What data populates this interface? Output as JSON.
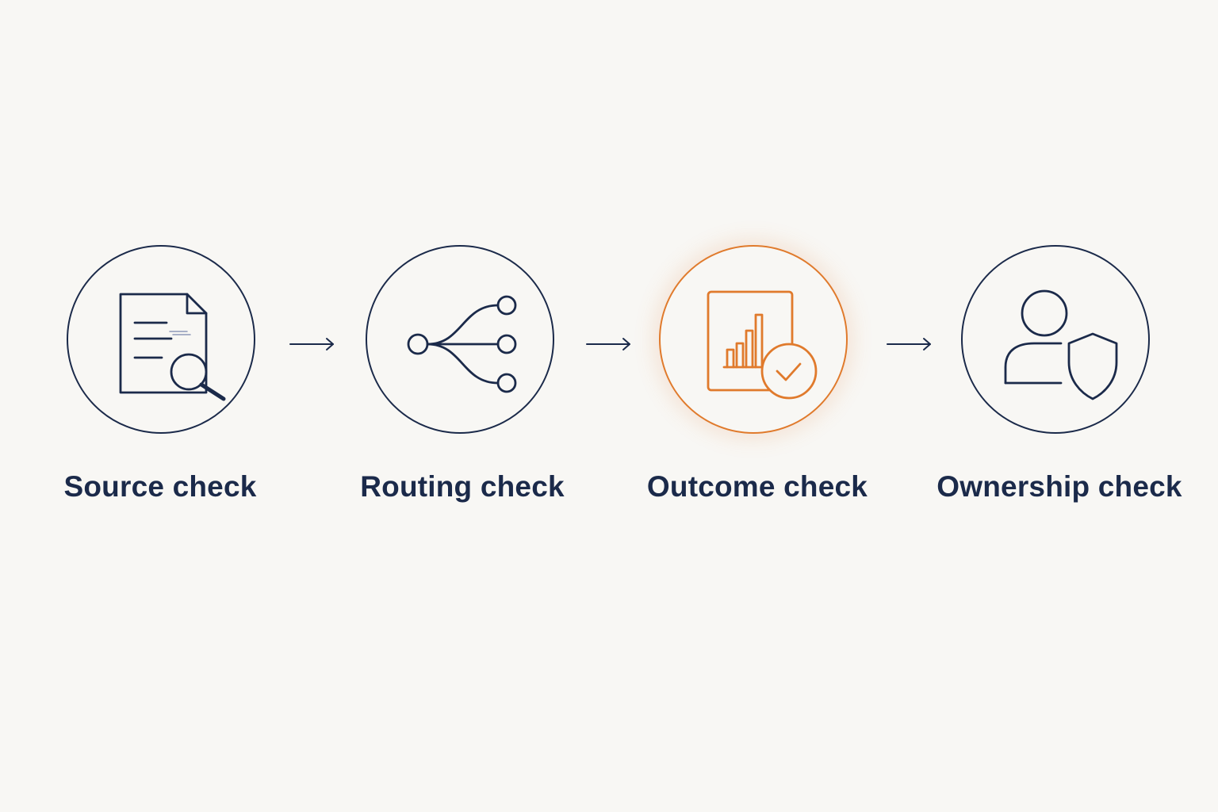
{
  "steps": [
    {
      "label": "Source check",
      "icon": "document-search-icon",
      "active": false
    },
    {
      "label": "Routing check",
      "icon": "branching-nodes-icon",
      "active": false
    },
    {
      "label": "Outcome check",
      "icon": "chart-checkmark-icon",
      "active": true
    },
    {
      "label": "Ownership check",
      "icon": "user-shield-icon",
      "active": false
    }
  ],
  "colors": {
    "background": "#f8f7f4",
    "primary": "#1b2a4a",
    "accent": "#e07a2c"
  }
}
